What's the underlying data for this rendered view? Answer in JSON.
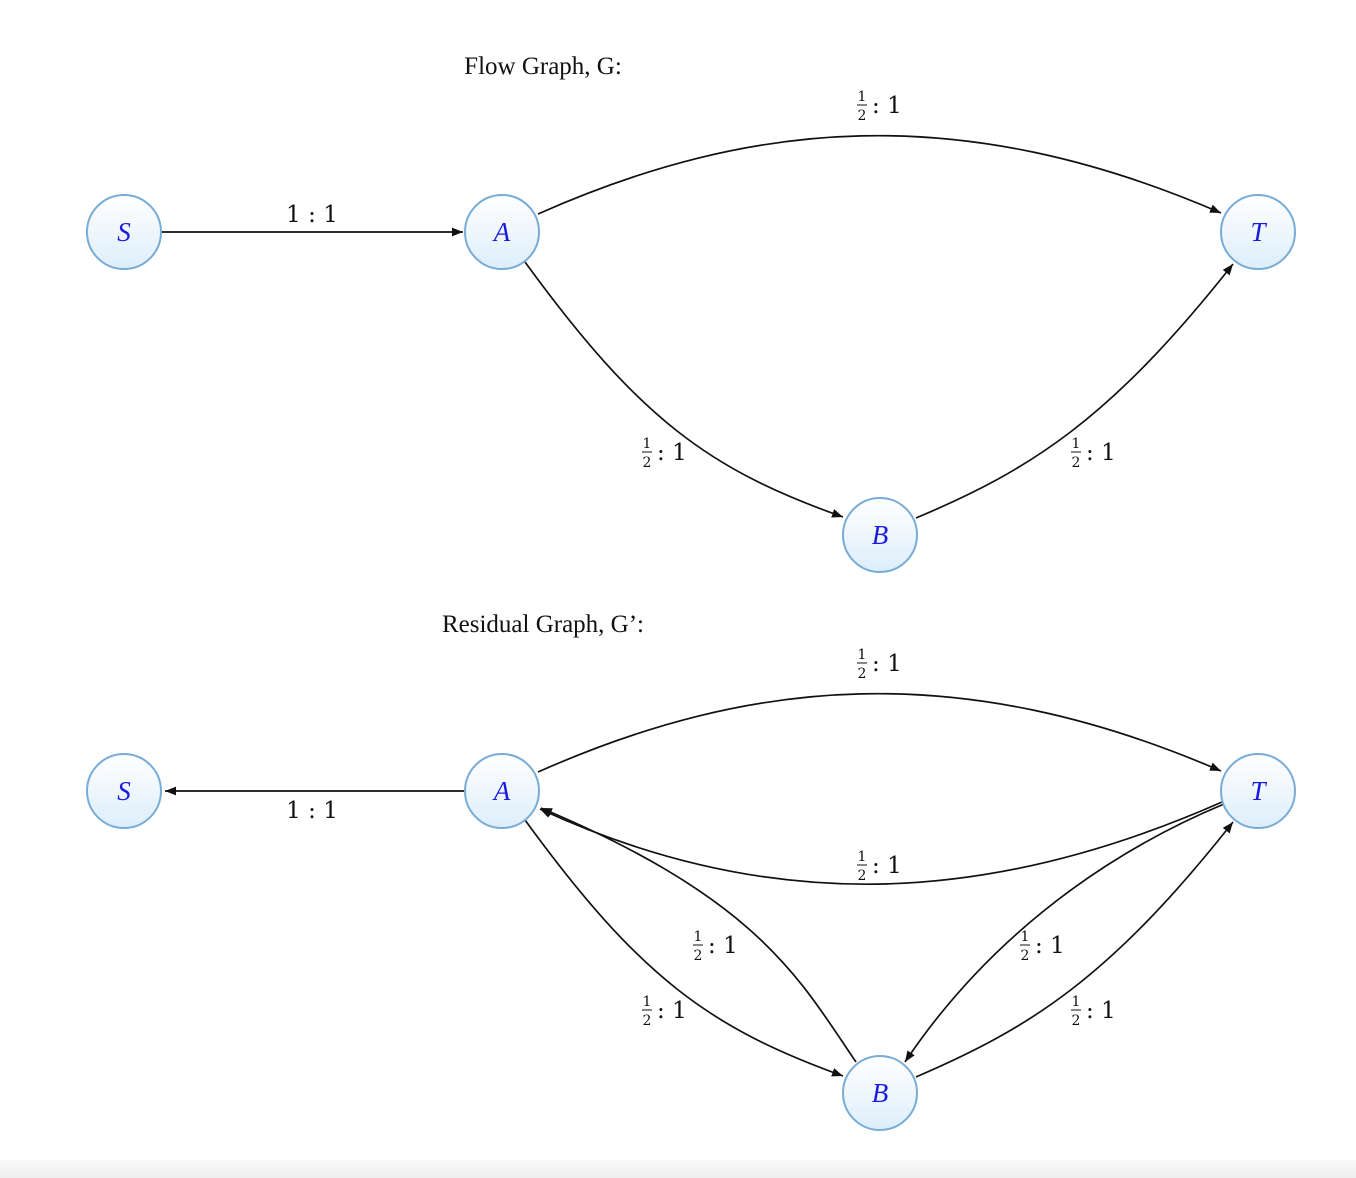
{
  "graphs": [
    {
      "id": "flow",
      "title": "Flow Graph, G:",
      "nodes": [
        {
          "id": "S",
          "label": "S"
        },
        {
          "id": "A",
          "label": "A"
        },
        {
          "id": "B",
          "label": "B"
        },
        {
          "id": "T",
          "label": "T"
        }
      ],
      "edges": [
        {
          "id": "S-A",
          "from": "S",
          "to": "A",
          "label": {
            "value": "1",
            "capacity": "1"
          }
        },
        {
          "id": "A-T",
          "from": "A",
          "to": "T",
          "label": {
            "num": "1",
            "den": "2",
            "capacity": "1"
          }
        },
        {
          "id": "A-B",
          "from": "A",
          "to": "B",
          "label": {
            "num": "1",
            "den": "2",
            "capacity": "1"
          }
        },
        {
          "id": "B-T",
          "from": "B",
          "to": "T",
          "label": {
            "num": "1",
            "den": "2",
            "capacity": "1"
          }
        }
      ]
    },
    {
      "id": "residual",
      "title": "Residual Graph, G’:",
      "nodes": [
        {
          "id": "S",
          "label": "S"
        },
        {
          "id": "A",
          "label": "A"
        },
        {
          "id": "B",
          "label": "B"
        },
        {
          "id": "T",
          "label": "T"
        }
      ],
      "edges": [
        {
          "id": "A-S",
          "from": "A",
          "to": "S",
          "label": {
            "value": "1",
            "capacity": "1"
          }
        },
        {
          "id": "A-T",
          "from": "A",
          "to": "T",
          "label": {
            "num": "1",
            "den": "2",
            "capacity": "1"
          }
        },
        {
          "id": "T-A",
          "from": "T",
          "to": "A",
          "label": {
            "num": "1",
            "den": "2",
            "capacity": "1"
          }
        },
        {
          "id": "A-B",
          "from": "A",
          "to": "B",
          "label": {
            "num": "1",
            "den": "2",
            "capacity": "1"
          }
        },
        {
          "id": "B-A",
          "from": "B",
          "to": "A",
          "label": {
            "num": "1",
            "den": "2",
            "capacity": "1"
          }
        },
        {
          "id": "T-B",
          "from": "T",
          "to": "B",
          "label": {
            "num": "1",
            "den": "2",
            "capacity": "1"
          }
        },
        {
          "id": "B-T",
          "from": "B",
          "to": "T",
          "label": {
            "num": "1",
            "den": "2",
            "capacity": "1"
          }
        }
      ]
    }
  ],
  "colors": {
    "node_stroke": "#78acd6",
    "node_fill_top": "#ffffff",
    "node_fill_bottom": "#ddeefa",
    "node_label": "#1a1adc",
    "edge": "#111111"
  }
}
